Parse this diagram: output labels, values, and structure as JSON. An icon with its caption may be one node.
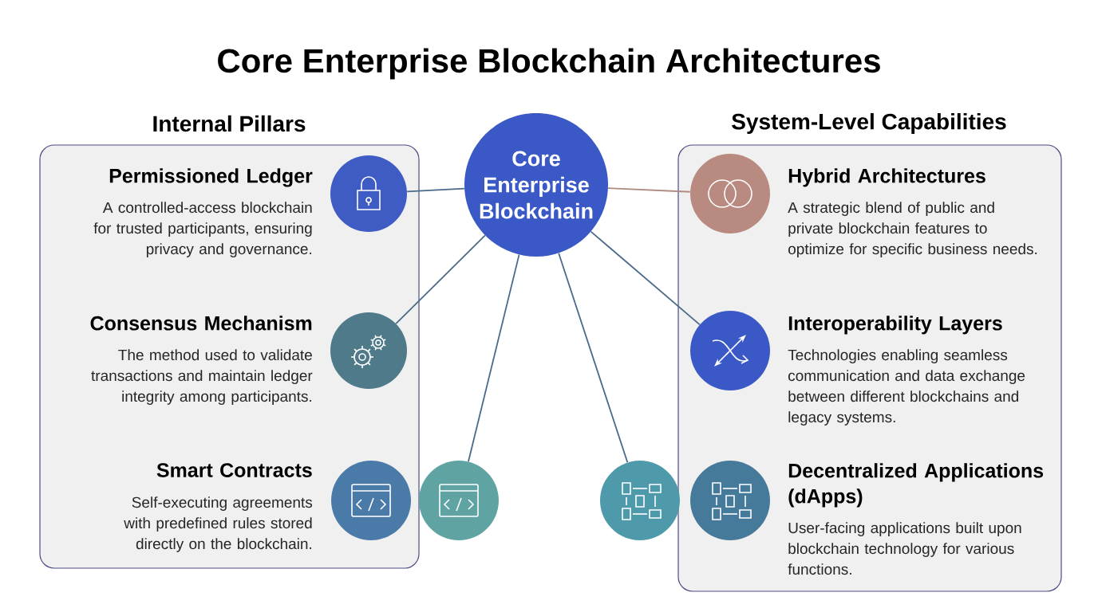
{
  "diagram": {
    "title": "Core Enterprise Blockchain Architectures",
    "nodes": [
      {
        "text": [
          "Internal Pillars"
        ]
      },
      {
        "text": [],
        "shape": "circle",
        "in": 0,
        "beside": [
          "Permissioned Ledger",
          "A controlled-access blockchain for trusted participants, ensuring privacy and governance."
        ]
      },
      {
        "text": [],
        "shape": "circle",
        "in": 0,
        "beside": [
          "Consensus Mechanism",
          "The method used to validate transactions and maintain ledger integrity among participants."
        ]
      },
      {
        "text": [],
        "shape": "circle",
        "in": 0,
        "beside": [
          "Smart Contracts",
          "Self-executing agreements with predefined rules stored directly on the blockchain."
        ]
      },
      {
        "text": [
          "Core Enterprise Blockchain"
        ]
      },
      {
        "text": [],
        "shape": "circle"
      },
      {
        "text": [],
        "shape": "circle"
      },
      {
        "text": [
          "System-Level Capabilities"
        ]
      },
      {
        "text": [],
        "shape": "circle",
        "in": 7,
        "beside": [
          "Hybrid Architectures",
          "A strategic blend of public and private blockchain features to optimize for specific business needs."
        ]
      },
      {
        "text": [],
        "shape": "circle",
        "in": 7,
        "beside": [
          "Interoperability Layers",
          "Technologies enabling seamless communication and data exchange between different blockchains and legacy systems."
        ]
      },
      {
        "text": [],
        "shape": "circle",
        "in": 7,
        "beside": [
          "Decentralized Applications (dApps)",
          "User-facing applications built upon blockchain technology for various functions."
        ]
      }
    ],
    "edges": [
      {
        "from": 4,
        "to": 1,
        "arrow": "none"
      },
      {
        "from": 4,
        "to": 2,
        "arrow": "none"
      },
      {
        "from": 4,
        "to": 5,
        "arrow": "none"
      },
      {
        "from": 4,
        "to": 6,
        "arrow": "none"
      },
      {
        "from": 4,
        "to": 8,
        "arrow": "none",
        "color": "#b08a80"
      },
      {
        "from": 4,
        "to": 9,
        "arrow": "none"
      }
    ]
  }
}
